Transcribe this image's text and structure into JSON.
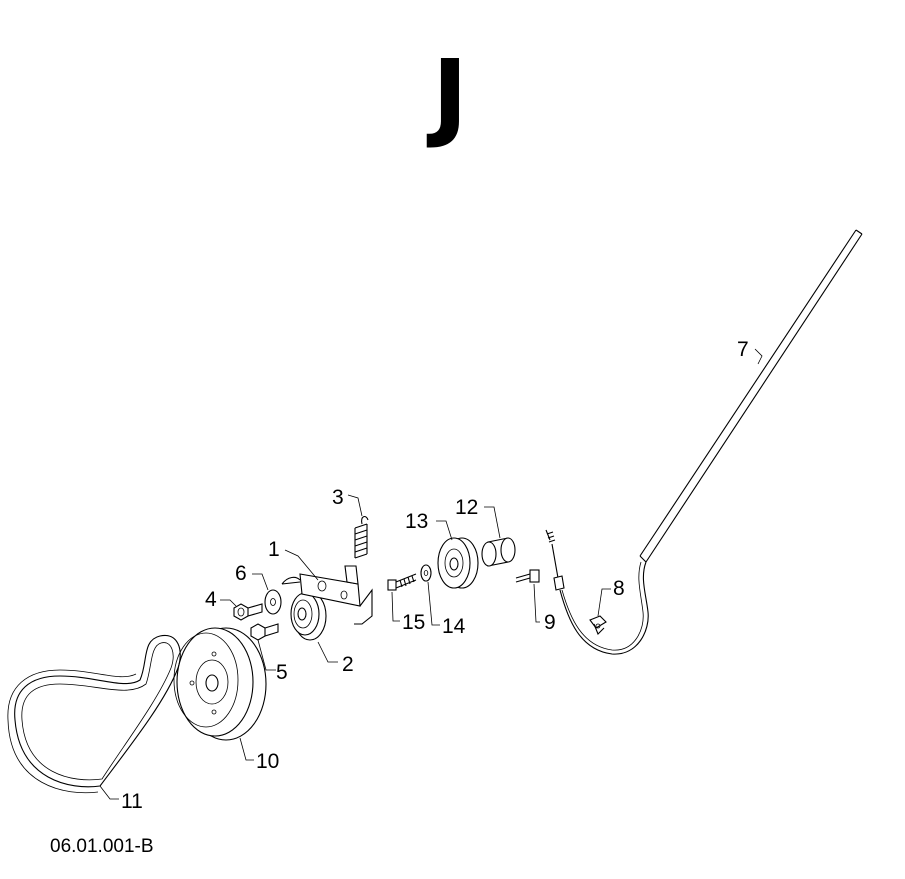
{
  "section_title": "J",
  "drawing_code": "06.01.001-B",
  "callouts": [
    {
      "id": "1",
      "text": "1"
    },
    {
      "id": "2",
      "text": "2"
    },
    {
      "id": "3",
      "text": "3"
    },
    {
      "id": "4",
      "text": "4"
    },
    {
      "id": "5",
      "text": "5"
    },
    {
      "id": "6",
      "text": "6"
    },
    {
      "id": "7",
      "text": "7"
    },
    {
      "id": "8",
      "text": "8"
    },
    {
      "id": "9",
      "text": "9"
    },
    {
      "id": "10",
      "text": "10"
    },
    {
      "id": "11",
      "text": "11"
    },
    {
      "id": "12",
      "text": "12"
    },
    {
      "id": "13",
      "text": "13"
    },
    {
      "id": "14",
      "text": "14"
    },
    {
      "id": "15",
      "text": "15"
    }
  ]
}
